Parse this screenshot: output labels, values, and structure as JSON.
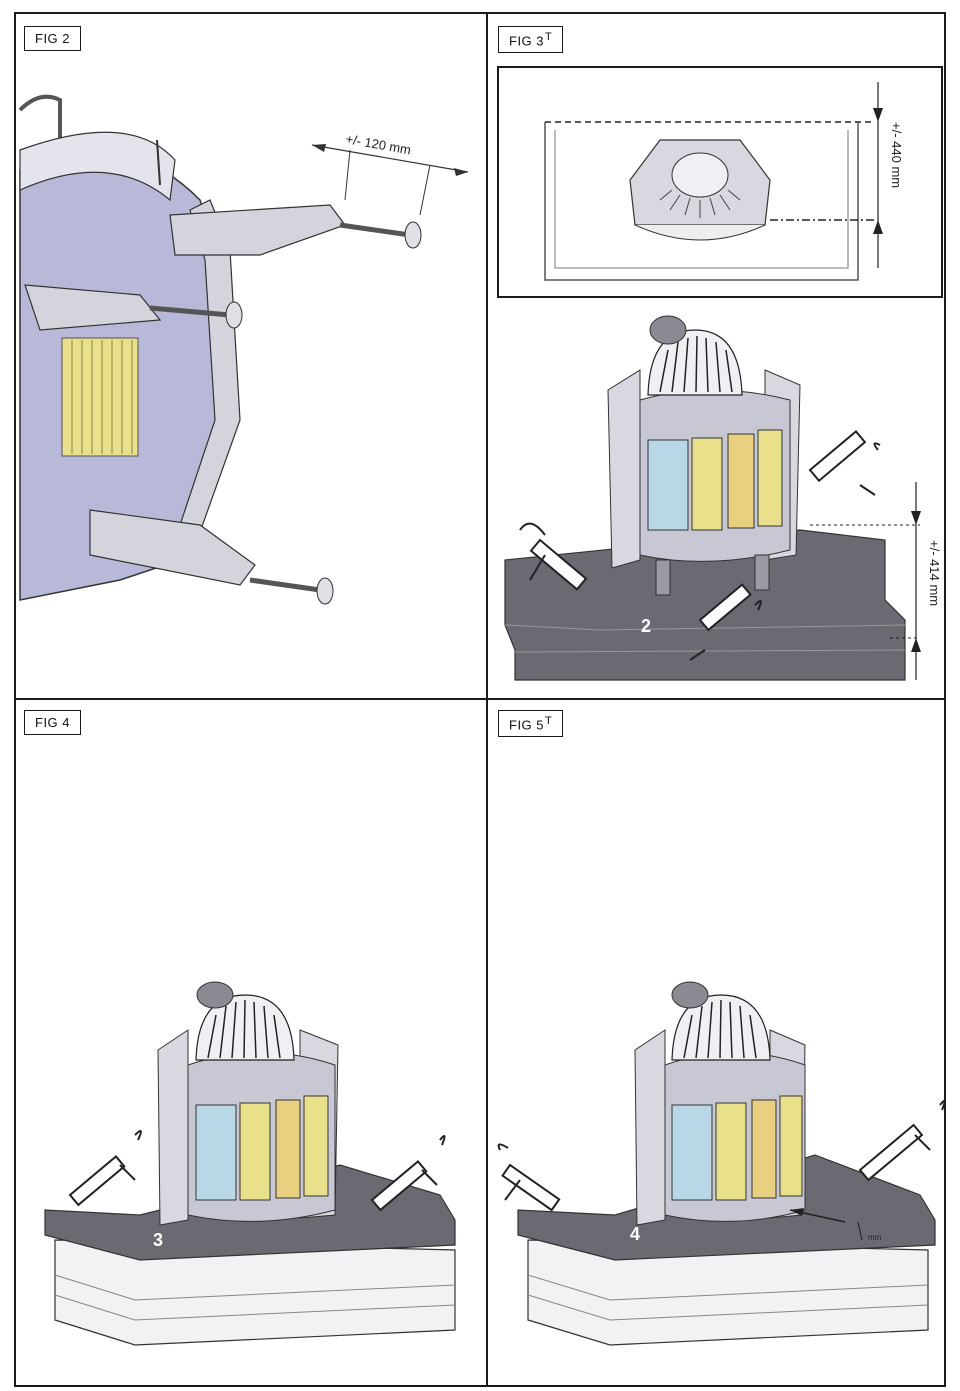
{
  "figures": {
    "fig2": {
      "label": "FIG 2",
      "dimension": "+/- 120 mm"
    },
    "fig3": {
      "label": "FIG 3",
      "mark": "T",
      "dimension_top": "+/- 440 mm",
      "dimension_side": "+/- 414 mm",
      "part_number": "2"
    },
    "fig4": {
      "label": "FIG 4",
      "part_number": "3"
    },
    "fig5": {
      "label": "FIG 5",
      "mark": "T",
      "part_number": "4",
      "small_dim": "mm"
    }
  },
  "colors": {
    "border": "#1a1a1a",
    "heater_body": "#b8b8d8",
    "bracket": "#d4d4dc",
    "glass_yellow": "#e8e08a",
    "base_dark": "#6a6a72",
    "base_light": "#e4e4e8"
  }
}
